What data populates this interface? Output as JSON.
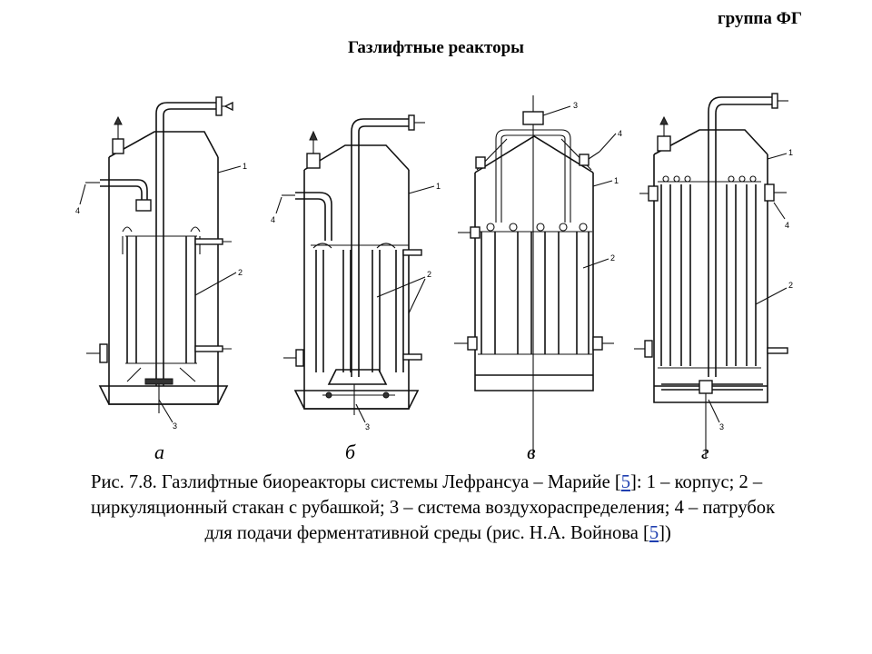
{
  "header": {
    "group_label": "группа ФГ",
    "title": "Газлифтные реакторы"
  },
  "diagram": {
    "callouts": [
      "1",
      "2",
      "3",
      "4"
    ],
    "panels": [
      "а",
      "б",
      "в",
      "г"
    ]
  },
  "caption": {
    "line1_a": "Рис. 7.8. Газлифтные биореакторы системы Лефрансуа – Марийе [",
    "ref": "5",
    "line1_b": "]: 1 – корпус; 2 –",
    "line2": "циркуляционный стакан с рубашкой; 3 – система воздухораспределения; 4 – патрубок",
    "line3_a": "для подачи ферментативной среды (рис. Н.А. Войнова [",
    "line3_b": "])"
  }
}
